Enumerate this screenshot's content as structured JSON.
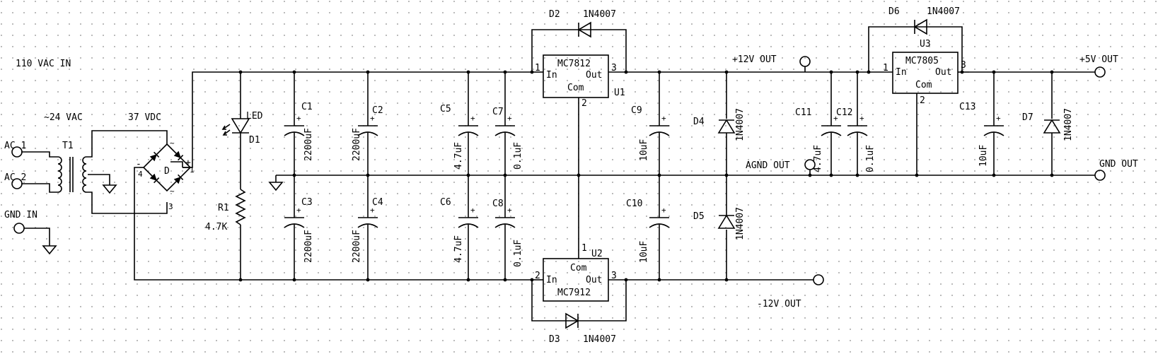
{
  "labels": {
    "input_voltage": "110 VAC IN",
    "secondary_voltage": "~24 VAC",
    "dc_voltage": "37 VDC",
    "ac1": "AC 1",
    "ac2": "AC 2",
    "gnd_in": "GND IN",
    "plus12_out": "+12V OUT",
    "minus12_out": "-12V OUT",
    "plus5_out": "+5V OUT",
    "gnd_out": "GND OUT",
    "agnd_out": "AGND OUT"
  },
  "transformer": {
    "ref": "T1"
  },
  "bridge": {
    "ref": "D",
    "pin1": "1",
    "pin3": "3",
    "pin4": "4",
    "plus": "+",
    "minus": "-",
    "ac_a": "~",
    "ac_b": "~"
  },
  "led": {
    "ref": "D1",
    "label": "LED"
  },
  "resistor": {
    "ref": "R1",
    "value": "4.7K"
  },
  "regulators": {
    "u1": {
      "ref": "U1",
      "part": "MC7812",
      "in": "In",
      "out": "Out",
      "com": "Com",
      "pin1": "1",
      "pin2": "2",
      "pin3": "3"
    },
    "u2": {
      "ref": "U2",
      "part": "MC7912",
      "in": "In",
      "out": "Out",
      "com": "Com",
      "pin1": "1",
      "pin2": "2",
      "pin3": "3"
    },
    "u3": {
      "ref": "U3",
      "part": "MC7805",
      "in": "In",
      "out": "Out",
      "com": "Com",
      "pin1": "1",
      "pin2": "2",
      "pin3": "3"
    }
  },
  "diodes": {
    "d2": {
      "ref": "D2",
      "part": "1N4007"
    },
    "d3": {
      "ref": "D3",
      "part": "1N4007"
    },
    "d4": {
      "ref": "D4",
      "part": "1N4007"
    },
    "d5": {
      "ref": "D5",
      "part": "1N4007"
    },
    "d6": {
      "ref": "D6",
      "part": "1N4007"
    },
    "d7": {
      "ref": "D7",
      "part": "1N4007"
    }
  },
  "capacitors": {
    "c1": {
      "ref": "C1",
      "value": "2200uF"
    },
    "c2": {
      "ref": "C2",
      "value": "2200uF"
    },
    "c3": {
      "ref": "C3",
      "value": "2200uF"
    },
    "c4": {
      "ref": "C4",
      "value": "2200uF"
    },
    "c5": {
      "ref": "C5",
      "value": "4.7uF"
    },
    "c6": {
      "ref": "C6",
      "value": "4.7uF"
    },
    "c7": {
      "ref": "C7",
      "value": "0.1uF"
    },
    "c8": {
      "ref": "C8",
      "value": "0.1uF"
    },
    "c9": {
      "ref": "C9",
      "value": "10uF"
    },
    "c10": {
      "ref": "C10",
      "value": "10uF"
    },
    "c11": {
      "ref": "C11",
      "value": "4.7uF"
    },
    "c12": {
      "ref": "C12",
      "value": "0.1uF"
    },
    "c13": {
      "ref": "C13",
      "value": "10uF"
    }
  },
  "cap_polarity": "+"
}
